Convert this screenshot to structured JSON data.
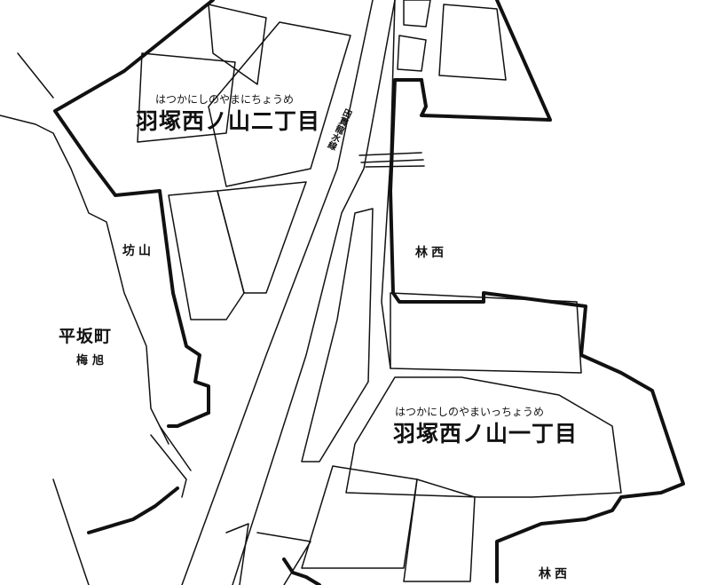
{
  "map": {
    "colors": {
      "ink": "#111111",
      "paper": "#ffffff"
    },
    "labels": {
      "nishinoyama2_ruby": "はつかにしのやまにちょうめ",
      "nishinoyama2": "羽塚西ノ山二丁目",
      "nishinoyama1_ruby": "はつかにしのやまいっちょうめ",
      "nishinoyama1": "羽塚西ノ山一丁目",
      "canal": "田貫龍水線",
      "hayashinishi_a": "林西",
      "hayashinishi_b": "林西",
      "bouyama": "坊山",
      "hirasaka": "平坂町",
      "umeasahi": "梅旭"
    }
  }
}
